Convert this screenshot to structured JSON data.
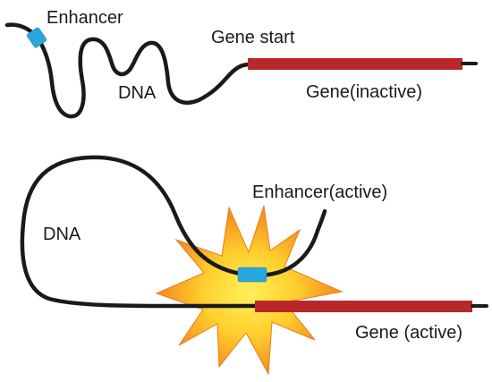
{
  "diagram": {
    "inactive": {
      "enhancer_label": "Enhancer",
      "dna_label": "DNA",
      "gene_start_label": "Gene start",
      "gene_label": "Gene(inactive)"
    },
    "active": {
      "dna_label": "DNA",
      "enhancer_label": "Enhancer(active)",
      "gene_label": "Gene (active)"
    },
    "colors": {
      "dna": "#1a1a1a",
      "enhancer": "#2aa6de",
      "gene": "#b8282b",
      "burst_outer": "#f08a1e",
      "burst_inner": "#ffe24a"
    }
  }
}
